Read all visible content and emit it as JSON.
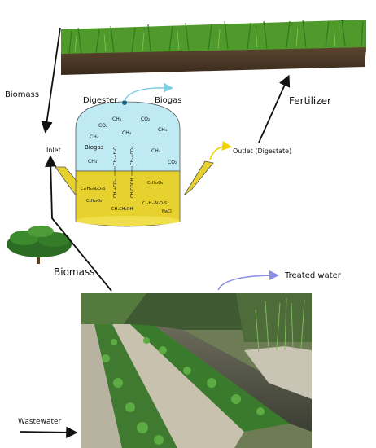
{
  "labels": {
    "biomass_top": "Biomass",
    "biomass_bottom": "Biomass",
    "fertilizer": "Fertilizer",
    "digester": "Digester",
    "biogas_out": "Biogas",
    "inlet": "Inlet",
    "outlet": "Outlet (Digestate)",
    "treated_water": "Treated water",
    "wastewater": "Wastewater"
  },
  "gas_phase": {
    "co2_a": "CO₂",
    "ch4_a": "CH₄",
    "co2_b": "CO₂",
    "ch4_b": "CH₄",
    "ch4_c": "CH₄",
    "ch4_d": "CH₄",
    "biogas_inner": "Biogas",
    "ch4_e": "CH₄",
    "ch4_f": "CH₄",
    "co2_c": "CO₂"
  },
  "liquid_phase": {
    "formula_1": "C₁₇H₃₂N₂O₃S",
    "formula_2": "C₆H₁₂O₆",
    "formula_3": "C₆H₁₂O₆",
    "formula_4": "C₁₇H₃₂N₂O₃S",
    "ethanol": "CH₃CH₂OH",
    "nacl": "NaCl",
    "vertical_left_top": "CH₄+H₂O",
    "vertical_left_bottom": "CH₃+CO₂",
    "vertical_right_top": "CH₄+CO₂",
    "vertical_right_bottom": "CH₃COOH"
  },
  "colors": {
    "gas": "#bfe9f3",
    "liquid": "#e6d12e",
    "outline": "#555555",
    "biogas_arrow": "#7fcde6",
    "outlet_arrow": "#f0d200",
    "treated_arrow": "#8a8ee8"
  }
}
